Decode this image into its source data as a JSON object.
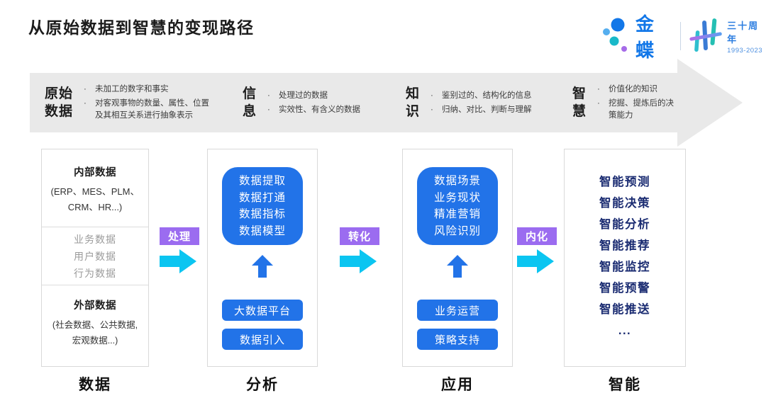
{
  "title": "从原始数据到智慧的变现路径",
  "logo": {
    "brand": "金蝶",
    "anniversary": "三十周年",
    "years": "1993-2023"
  },
  "banner": {
    "bullet": "·",
    "stages": [
      {
        "term_line1": "原始",
        "term_line2": "数据",
        "points": [
          "未加工的数字和事实",
          "对客观事物的数量、属性、位置及其相互关系进行抽象表示"
        ]
      },
      {
        "term_line1": "信",
        "term_line2": "息",
        "points": [
          "处理过的数据",
          "实效性、有含义的数据"
        ]
      },
      {
        "term_line1": "知",
        "term_line2": "识",
        "points": [
          "鉴别过的、结构化的信息",
          "归纳、对比、判断与理解"
        ]
      },
      {
        "term_line1": "智",
        "term_line2": "慧",
        "points": [
          "价值化的知识",
          "挖掘、提炼后的决策能力"
        ]
      }
    ]
  },
  "flow": {
    "connectors": [
      "处理",
      "转化",
      "内化"
    ],
    "data": {
      "footer": "数据",
      "internal": {
        "heading": "内部数据",
        "line1": "(ERP、MES、PLM、",
        "line2": "CRM、HR...)"
      },
      "middle": [
        "业务数据",
        "用户数据",
        "行为数据"
      ],
      "external": {
        "heading": "外部数据",
        "line1": "(社会数据、公共数据,",
        "line2": "宏观数据...)"
      }
    },
    "analysis": {
      "footer": "分析",
      "box": [
        "数据提取",
        "数据打通",
        "数据指标",
        "数据模型"
      ],
      "buttons": [
        "大数据平台",
        "数据引入"
      ]
    },
    "application": {
      "footer": "应用",
      "box": [
        "数据场景",
        "业务现状",
        "精准营销",
        "风险识别"
      ],
      "buttons": [
        "业务运营",
        "策略支持"
      ]
    },
    "intelligence": {
      "footer": "智能",
      "items": [
        "智能预测",
        "智能决策",
        "智能分析",
        "智能推荐",
        "智能监控",
        "智能预警",
        "智能推送",
        "..."
      ]
    }
  },
  "colors": {
    "accent_blue": "#2273E8",
    "navy_text": "#1B2C72",
    "purple_tag": "#9B6CF0",
    "cyan_arrow": "#0BC5F1",
    "banner_gray": "#E9E9E9",
    "brand_blue": "#1277E8"
  }
}
